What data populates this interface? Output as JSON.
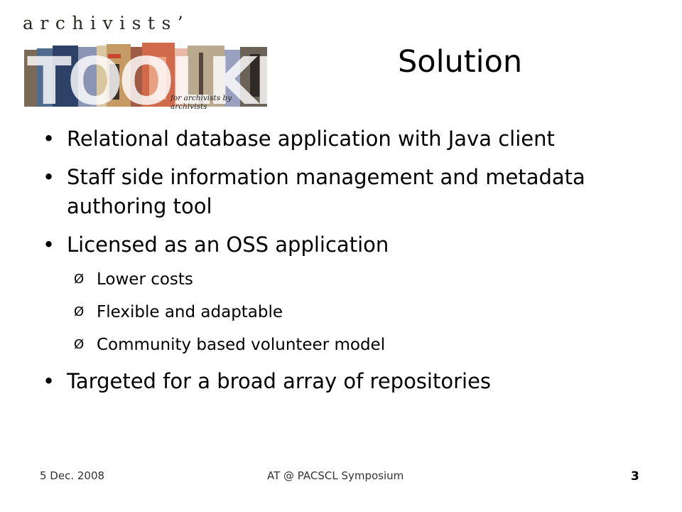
{
  "logo": {
    "top_text": "archivists’",
    "word": "TOOLKIT",
    "tagline": "for archivists by archivists"
  },
  "slide": {
    "title": "Solution",
    "bullets": [
      "Relational database application with Java client",
      "Staff side information management and metadata authoring tool",
      "Licensed as an OSS application",
      "Targeted for a broad array of repositories"
    ],
    "sub_bullets": [
      "Lower costs",
      "Flexible and adaptable",
      "Community based volunteer model"
    ],
    "sub_marker": "Ø"
  },
  "footer": {
    "date": "5 Dec. 2008",
    "center": "AT @ PACSCL Symposium",
    "page_number": "3"
  },
  "colors": {
    "text": "#000000",
    "logo_dark": "#2a2622",
    "logo_red": "#c9452e",
    "logo_blue": "#6a7db0",
    "logo_tan": "#c59a64"
  }
}
